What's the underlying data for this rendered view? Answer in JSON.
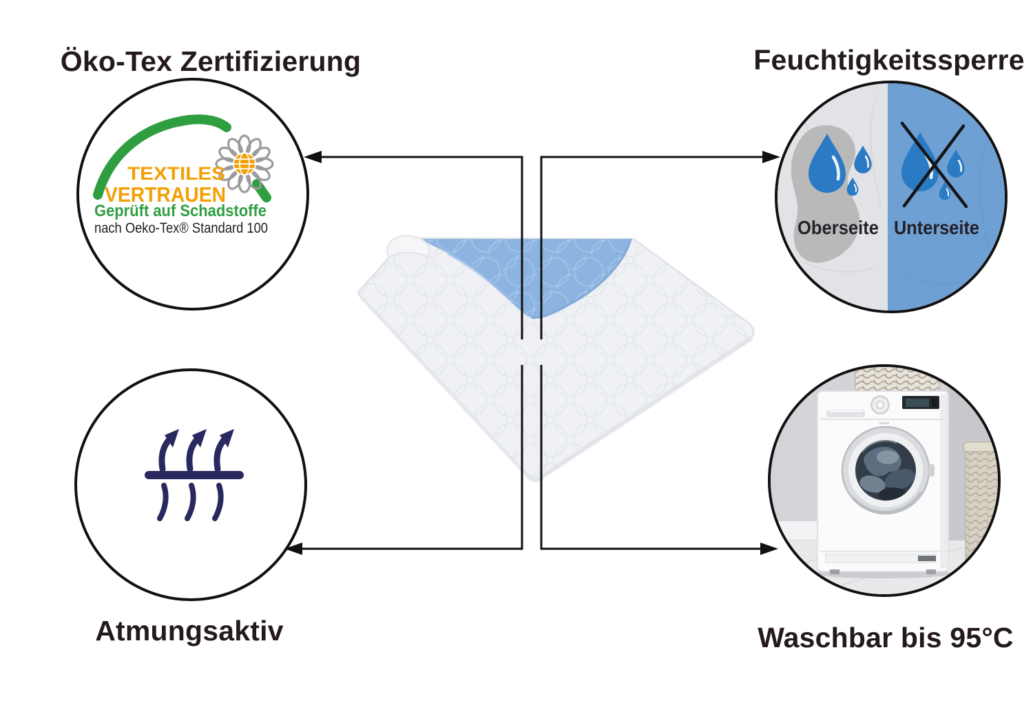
{
  "sections": {
    "certification": {
      "title": "Öko-Tex Zertifizierung",
      "badge": {
        "line1": "TEXTILES",
        "line2": "VERTRAUEN",
        "line3": "Geprüft auf Schadstoffe",
        "line4": "nach Oeko-Tex® Standard 100"
      }
    },
    "moisture": {
      "title": "Feuchtigkeitssperre",
      "top_label": "Oberseite",
      "bottom_label": "Unterseite"
    },
    "breathable": {
      "title": "Atmungsaktiv"
    },
    "washable": {
      "title": "Waschbar bis 95°C"
    }
  },
  "icons": {
    "flower": "oeko-tex-flower-icon",
    "drops": "water-drops-icon",
    "drops_crossed": "no-water-drops-icon",
    "breathe": "breathability-arrows-icon",
    "washer": "washing-machine-image",
    "arrow_left": "arrow-left-icon",
    "arrow_right": "arrow-right-icon"
  },
  "colors": {
    "heading_text": "#241a1c",
    "circle_outline": "#111111",
    "connector": "#101010",
    "oekotex_green": "#2f9e41",
    "oekotex_orange": "#f2a007",
    "navy_icon": "#29285f",
    "pad_top_white": "#eff1f4",
    "pad_back_blue": "#8db4e1",
    "barrier_top_gray": "#e1e3e6",
    "barrier_bottom_blue": "#6fa0d3",
    "water_drop_blue": "#2a7ac4"
  }
}
